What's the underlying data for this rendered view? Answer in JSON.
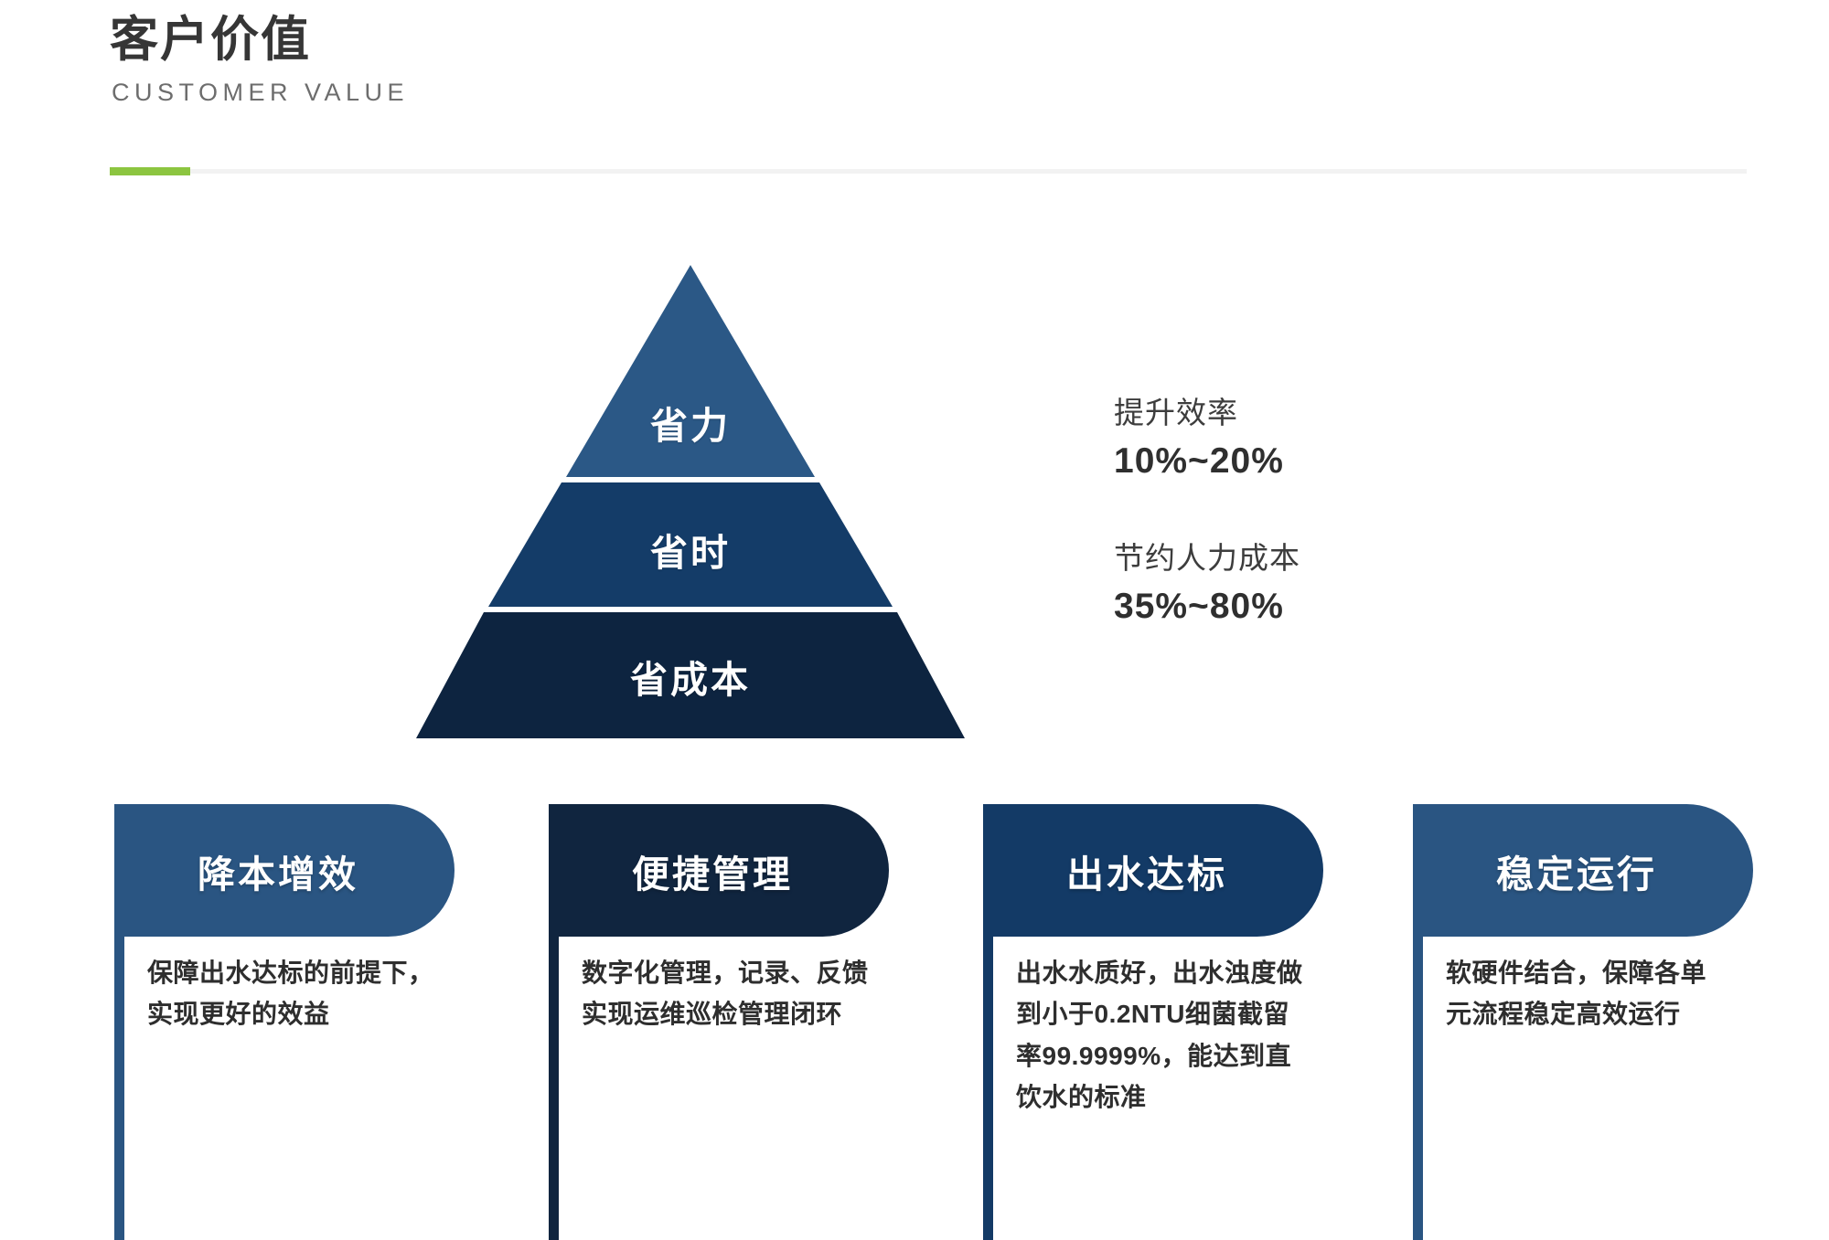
{
  "header": {
    "title": "客户价值",
    "subtitle": "CUSTOMER VALUE",
    "accent_color": "#8cc540",
    "rule_color": "#f2f2f2"
  },
  "pyramid": {
    "tiers": [
      {
        "label": "省力",
        "color": "#2b5886"
      },
      {
        "label": "省时",
        "color": "#143c68"
      },
      {
        "label": "省成本",
        "color": "#0d2440"
      }
    ]
  },
  "stats": [
    {
      "label": "提升效率",
      "value": "10%~20%"
    },
    {
      "label": "节约人力成本",
      "value": "35%~80%"
    }
  ],
  "cards": [
    {
      "title": "降本增效",
      "body": "保障出水达标的前提下，实现更好的效益",
      "color": "#2a5582"
    },
    {
      "title": "便捷管理",
      "body": "数字化管理，记录、反馈实现运维巡检管理闭环",
      "color": "#10253f"
    },
    {
      "title": "出水达标",
      "body": "出水水质好，出水浊度做到小于0.2NTU细菌截留率99.9999%，能达到直饮水的标准",
      "color": "#133a66"
    },
    {
      "title": "稳定运行",
      "body": "软硬件结合，保障各单元流程稳定高效运行",
      "color": "#2a5582"
    }
  ]
}
